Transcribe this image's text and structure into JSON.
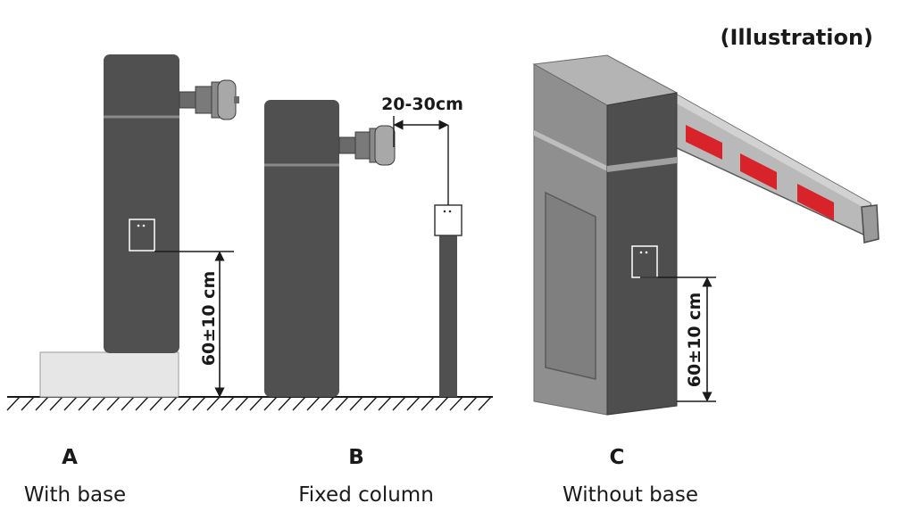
{
  "illustration_note": "(Illustration)",
  "measure_height": "60±10 cm",
  "measure_distance": "20-30cm",
  "panels": [
    {
      "letter": "A",
      "caption": "With base"
    },
    {
      "letter": "B",
      "caption": "Fixed column"
    },
    {
      "letter": "C",
      "caption": "Without base"
    }
  ],
  "colors": {
    "column_dark": "#505050",
    "cabinet_front": "#4e4e4e",
    "cabinet_side": "#8f8f8f",
    "cabinet_top": "#b4b4b4",
    "base_light": "#e6e6e6",
    "boom_gray": "#b9b9b9",
    "reflector_red": "#d8232a"
  }
}
